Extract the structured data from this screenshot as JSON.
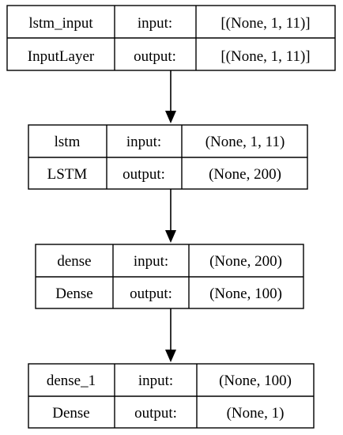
{
  "layers": [
    {
      "name": "lstm_input",
      "type": "InputLayer",
      "input_label": "input:",
      "output_label": "output:",
      "input_shape": "[(None, 1, 11)]",
      "output_shape": "[(None, 1, 11)]"
    },
    {
      "name": "lstm",
      "type": "LSTM",
      "input_label": "input:",
      "output_label": "output:",
      "input_shape": "(None, 1, 11)",
      "output_shape": "(None, 200)"
    },
    {
      "name": "dense",
      "type": "Dense",
      "input_label": "input:",
      "output_label": "output:",
      "input_shape": "(None, 200)",
      "output_shape": "(None, 100)"
    },
    {
      "name": "dense_1",
      "type": "Dense",
      "input_label": "input:",
      "output_label": "output:",
      "input_shape": "(None, 100)",
      "output_shape": "(None, 1)"
    }
  ],
  "colors": {
    "line": "#000000",
    "background": "#ffffff",
    "text": "#000000"
  }
}
